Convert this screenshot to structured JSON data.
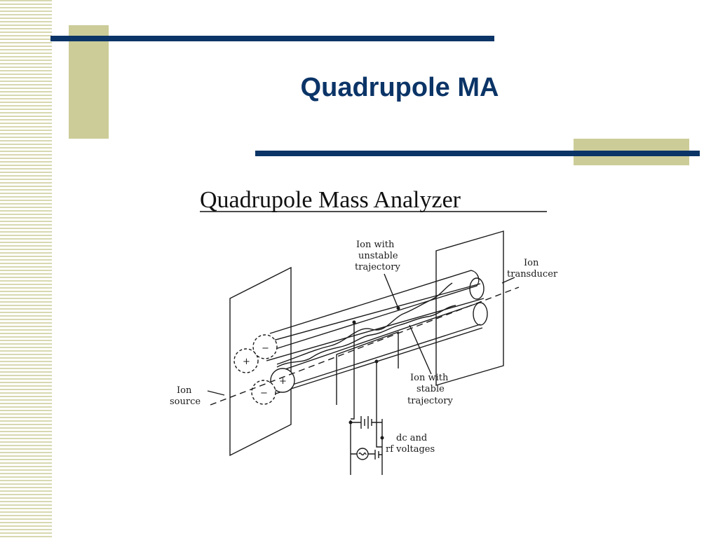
{
  "slide": {
    "title": "Quadrupole MA"
  },
  "diagram": {
    "title": "Quadrupole Mass Analyzer",
    "labels": {
      "ion_source_1": "Ion",
      "ion_source_2": "source",
      "unstable_1": "Ion with",
      "unstable_2": "unstable",
      "unstable_3": "trajectory",
      "transducer_1": "Ion",
      "transducer_2": "transducer",
      "stable_1": "Ion with",
      "stable_2": "stable",
      "stable_3": "trajectory",
      "voltages_1": "dc and",
      "voltages_2": "rf voltages"
    },
    "rod_signs": {
      "plus": "+",
      "minus": "−"
    }
  },
  "colors": {
    "accent_blue": "#0b3467",
    "tan": "#cccc99",
    "stripe": "#d7d8b0"
  }
}
